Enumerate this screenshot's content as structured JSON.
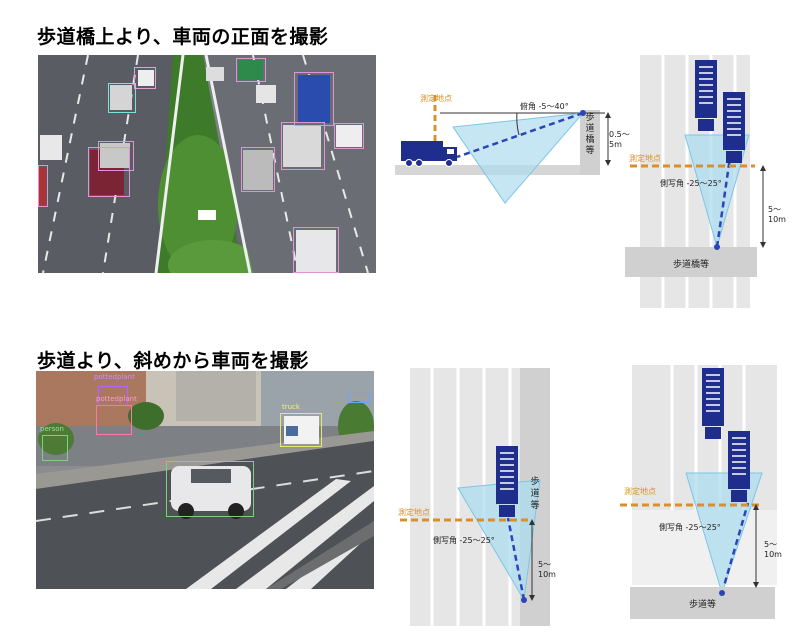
{
  "section1": {
    "title": "歩道橋上より、車両の正面を撮影",
    "side": {
      "measure_point": "測定地点",
      "depression": "俯角 -5～40°",
      "bridge_label": [
        "歩",
        "道",
        "橋",
        "等"
      ],
      "height": [
        "0.5～",
        "5m"
      ]
    },
    "top": {
      "measure_point": "測定地点",
      "angle": "側写角 -25～25°",
      "distance": [
        "5～",
        "10m"
      ],
      "bridge_box": "歩道橋等"
    }
  },
  "section2": {
    "title": "歩道より、斜めから車両を撮影",
    "photo_labels": {
      "pottedplant1": "pottedplant",
      "pottedplant2": "pottedplant",
      "truck": "truck",
      "person": "person"
    },
    "diag1": {
      "measure_point": "測定地点",
      "angle": "側写角 -25～25°",
      "distance": [
        "5～",
        "10m"
      ],
      "sidewalk_label": [
        "歩",
        "道",
        "等"
      ]
    },
    "diag2": {
      "measure_point": "測定地点",
      "angle": "側写角 -25～25°",
      "distance": [
        "5～",
        "10m"
      ],
      "sidewalk_box": "歩道等"
    }
  },
  "colors": {
    "truck_blue": "#1f2e8c",
    "dashed_blue": "#2b45b8",
    "fov_fill": "#aedcf0",
    "measure_orange": "#d8902c",
    "road_gray": "#e4e4e4",
    "structure_gray": "#d0d0d0"
  }
}
